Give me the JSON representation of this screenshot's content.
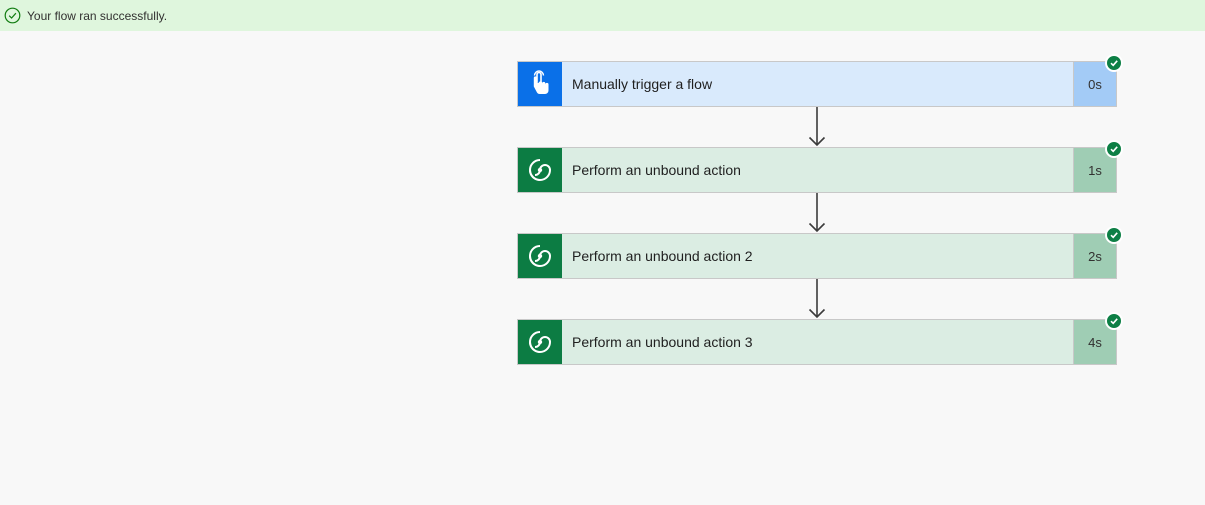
{
  "banner": {
    "message": "Your flow ran successfully.",
    "icon": "check-circle-icon",
    "color": "#dff6dd"
  },
  "steps": [
    {
      "title": "Manually trigger a flow",
      "duration": "0s",
      "icon": "touch-hand-icon",
      "status": "succeeded",
      "kind": "trigger"
    },
    {
      "title": "Perform an unbound action",
      "duration": "1s",
      "icon": "dataverse-icon",
      "status": "succeeded",
      "kind": "action"
    },
    {
      "title": "Perform an unbound action 2",
      "duration": "2s",
      "icon": "dataverse-icon",
      "status": "succeeded",
      "kind": "action"
    },
    {
      "title": "Perform an unbound action 3",
      "duration": "4s",
      "icon": "dataverse-icon",
      "status": "succeeded",
      "kind": "action"
    }
  ],
  "colors": {
    "trigger_icon_bg": "#0a70e8",
    "action_icon_bg": "#0c7c43",
    "success": "#0d7f45"
  }
}
